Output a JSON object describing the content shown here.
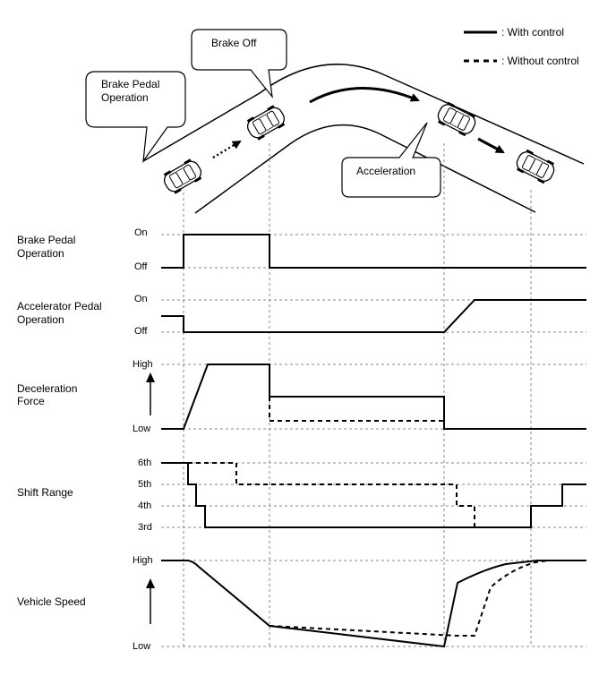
{
  "legend": {
    "with_control": ": With control",
    "without_control": ": Without control"
  },
  "callouts": {
    "brake_pedal_operation": [
      "Brake Pedal",
      "Operation"
    ],
    "brake_off": "Brake Off",
    "acceleration": "Acceleration"
  },
  "rows": {
    "brake_pedal": {
      "label": [
        "Brake Pedal",
        "Operation"
      ],
      "levels": [
        "On",
        "Off"
      ]
    },
    "accelerator_pedal": {
      "label": [
        "Accelerator Pedal",
        "Operation"
      ],
      "levels": [
        "On",
        "Off"
      ]
    },
    "deceleration_force": {
      "label": [
        "Deceleration",
        "Force"
      ],
      "levels": [
        "High",
        "Low"
      ]
    },
    "shift_range": {
      "label": [
        "Shift Range"
      ],
      "levels": [
        "6th",
        "5th",
        "4th",
        "3rd"
      ]
    },
    "vehicle_speed": {
      "label": [
        "Vehicle Speed"
      ],
      "levels": [
        "High",
        "Low"
      ]
    }
  },
  "colors": {
    "line": "#000000",
    "grid": "#888888"
  }
}
